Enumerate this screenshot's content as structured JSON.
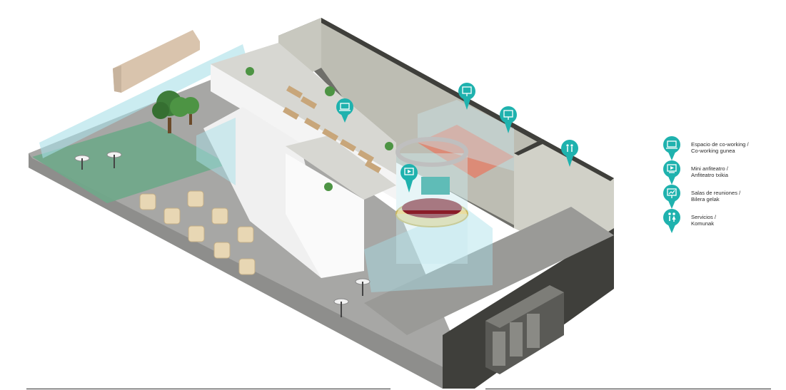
{
  "colors": {
    "accent": "#1fb2ae",
    "floor": "#a7a7a5",
    "wall_dark": "#3f3f3b",
    "wall_light": "#c8c8bf",
    "grass": "#6fa98a",
    "tan_wall": "#d9c4ad",
    "red_floor": "#e2826c"
  },
  "legend": {
    "items": [
      {
        "icon": "laptop-icon",
        "label": "Espacio de co-working /\nCo-working gunea"
      },
      {
        "icon": "projector-screen-icon",
        "label": "Mini anfiteatro /\nAnfiteatro txikia"
      },
      {
        "icon": "presentation-board-icon",
        "label": "Salas de reuniones /\nBilera gelak"
      },
      {
        "icon": "restroom-icon",
        "label": "Servicios /\nKomunak"
      }
    ]
  }
}
